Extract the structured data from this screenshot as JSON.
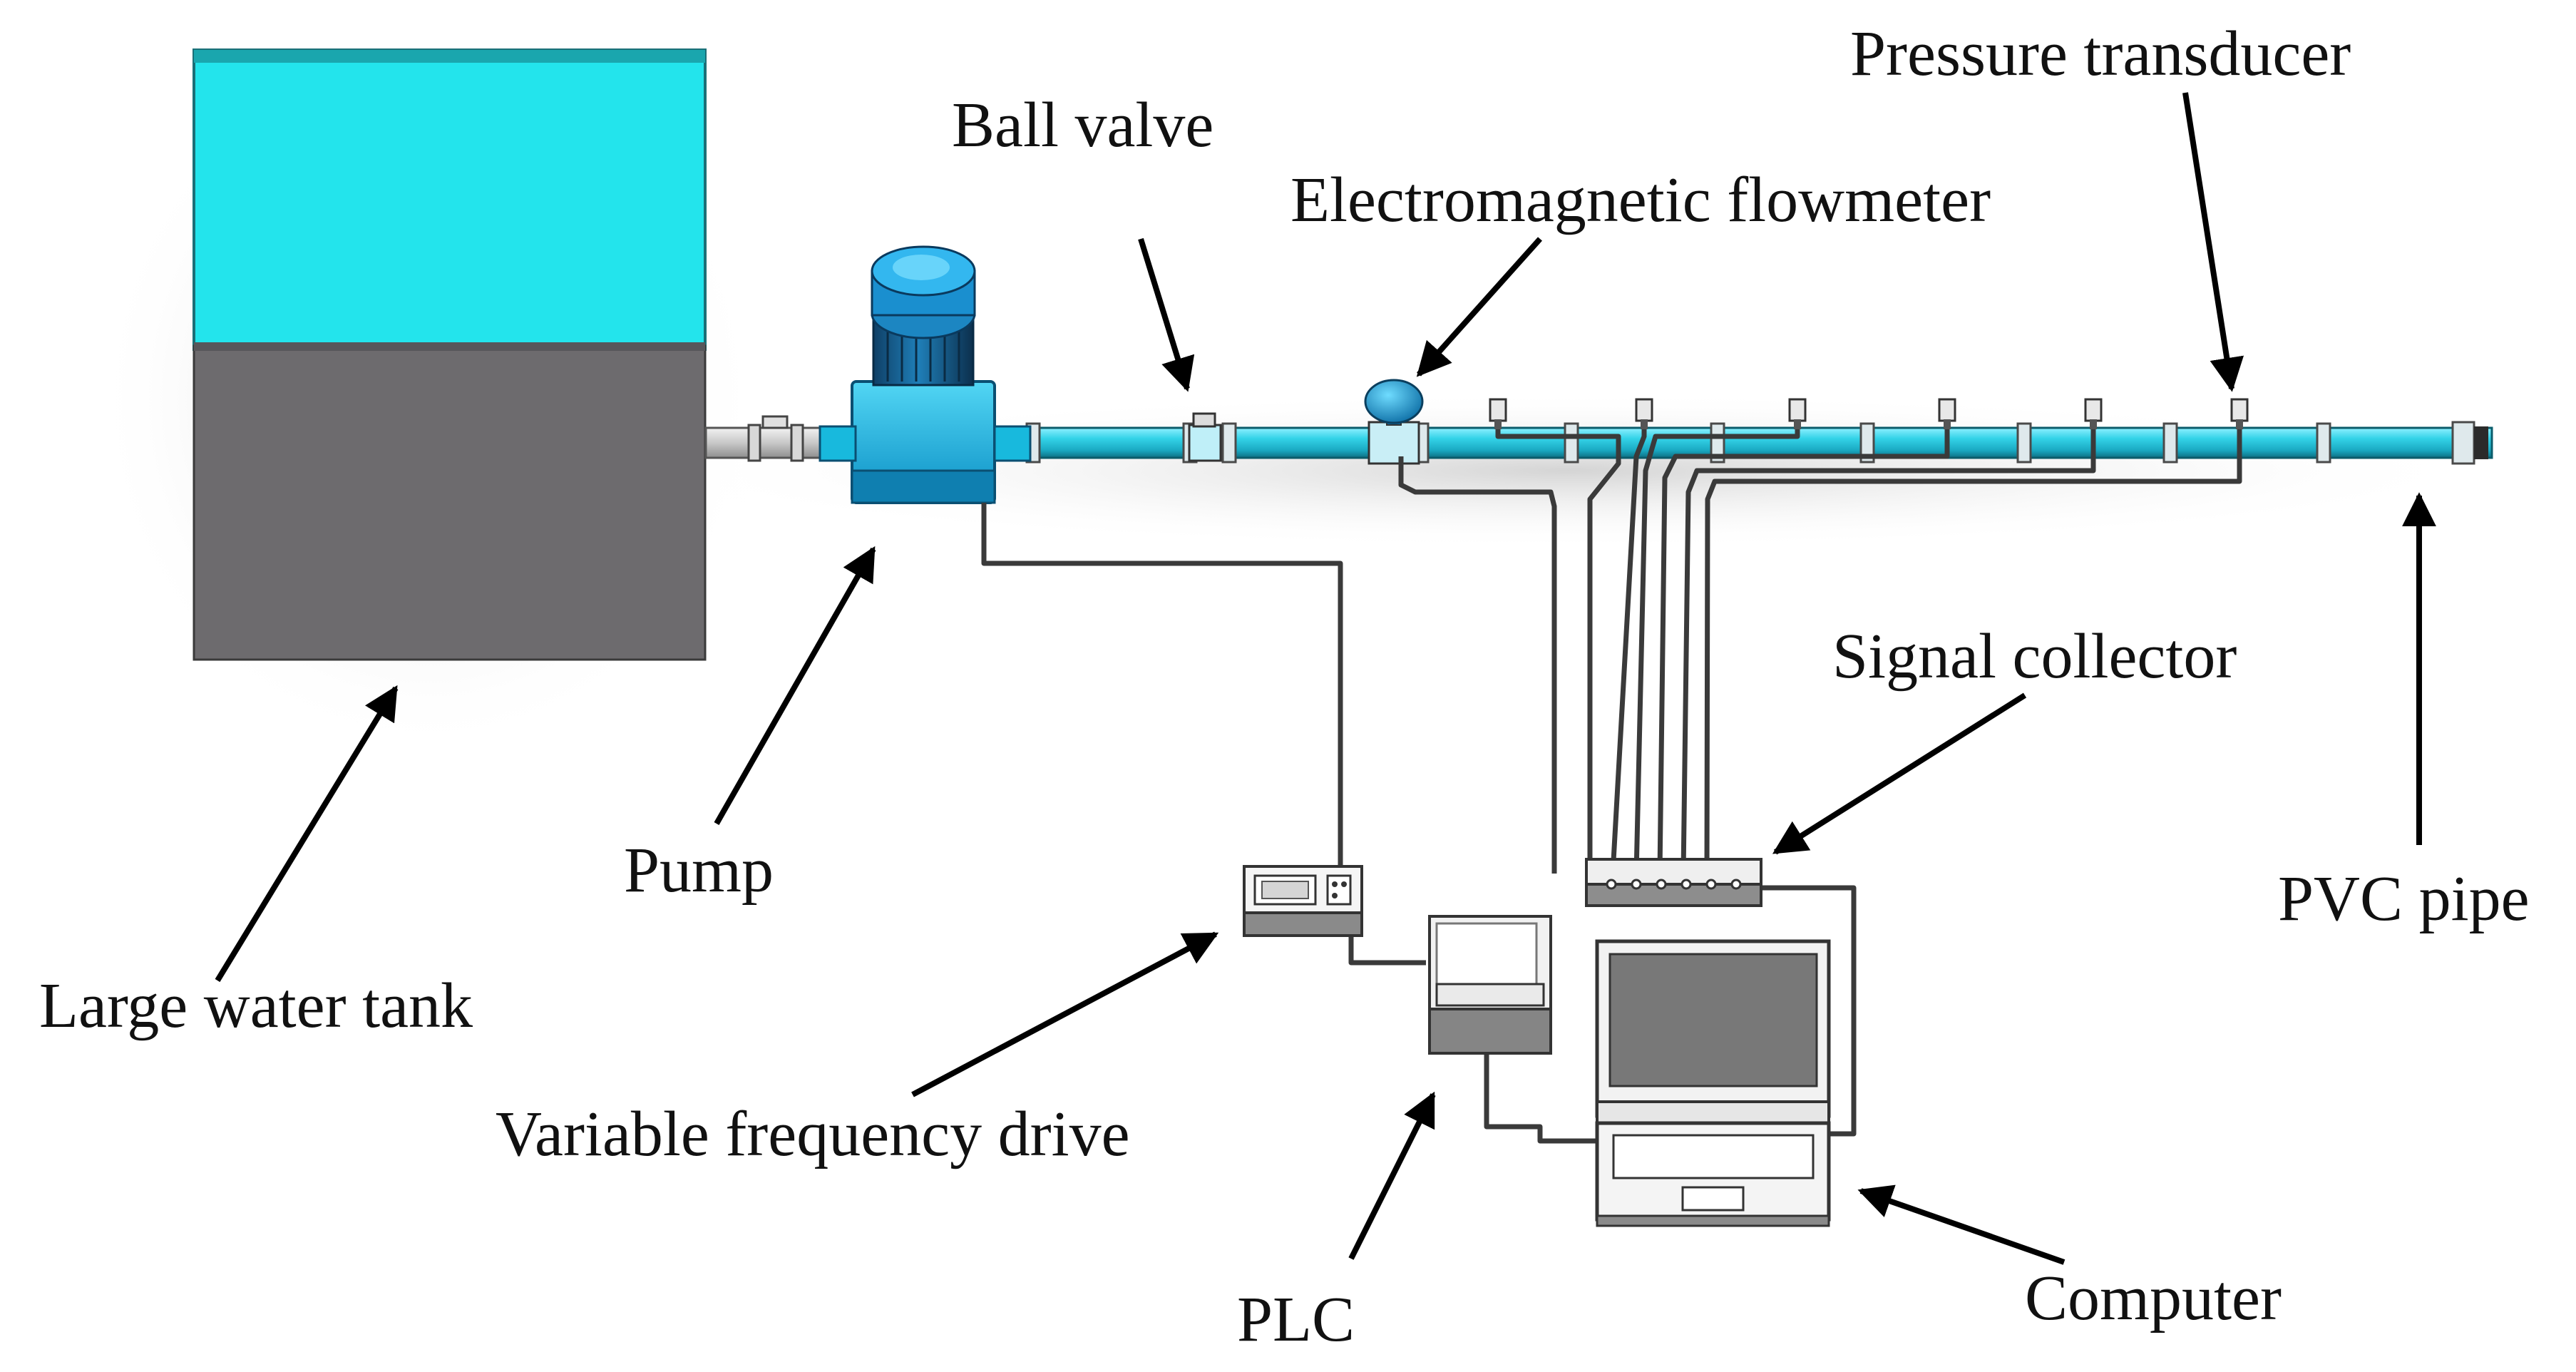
{
  "labels": {
    "tank": "Large water tank",
    "pump": "Pump",
    "ball_valve": "Ball valve",
    "flowmeter": "Electromagnetic flowmeter",
    "transducer": "Pressure transducer",
    "pvc_pipe": "PVC pipe",
    "signal_collector": "Signal collector",
    "vfd": "Variable frequency drive",
    "plc": "PLC",
    "computer": "Computer"
  },
  "colors": {
    "water": "#22e5ec",
    "tank_body": "#6d6b6e",
    "pipe": "#27c6dc",
    "pump": "#1ea6dc",
    "device_gray": "#8a8a8a",
    "screen": "#777777"
  }
}
